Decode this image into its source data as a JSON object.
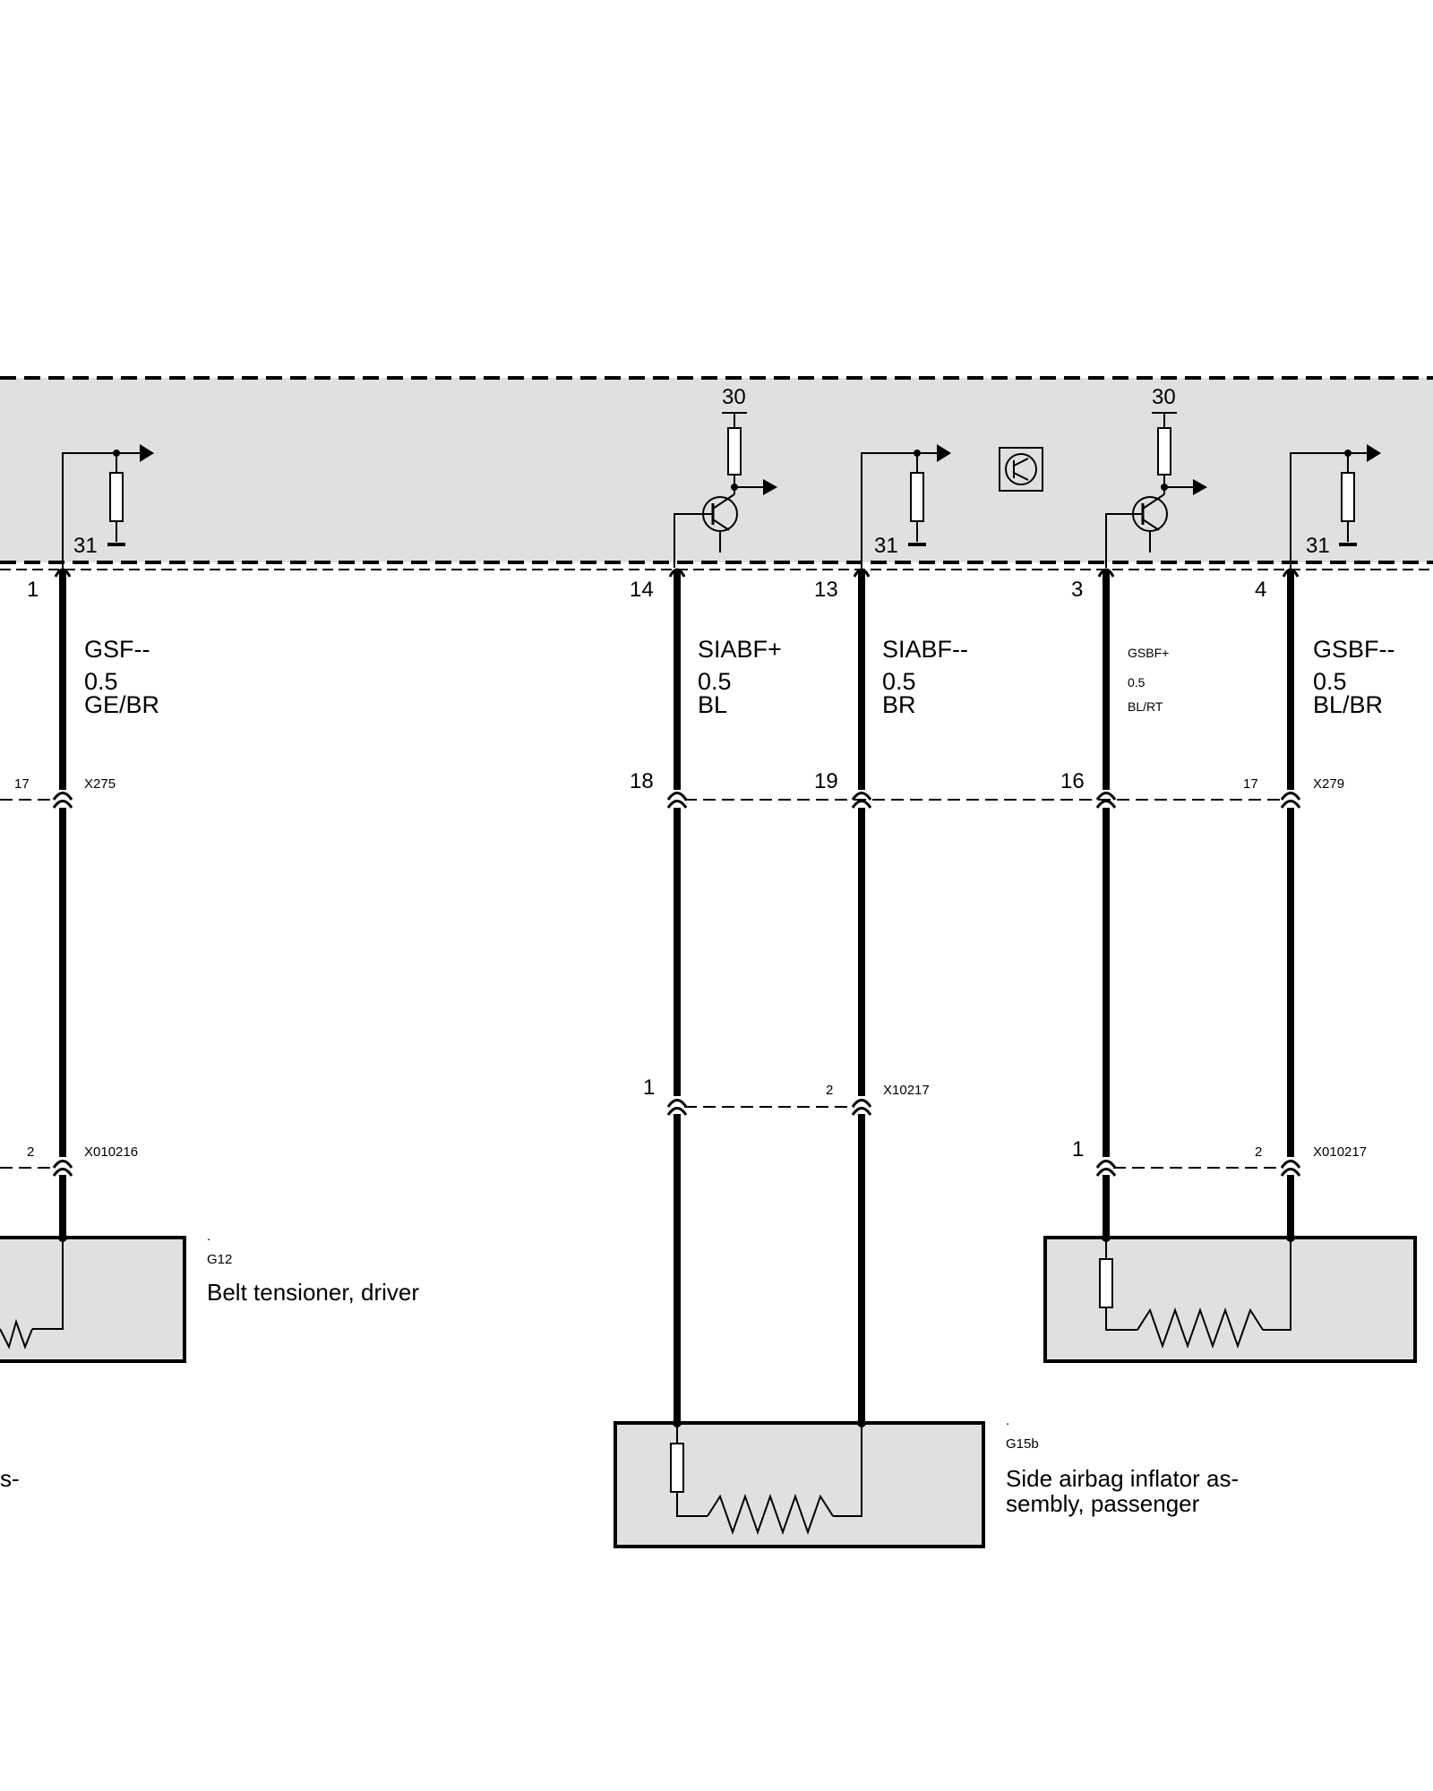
{
  "control_unit": {
    "supply_terminal_30_left": "30",
    "supply_terminal_30_right": "30",
    "ground_31_a": "31",
    "ground_31_b": "31",
    "ground_31_c": "31"
  },
  "wires": [
    {
      "pin": "1",
      "signal": "GSF--",
      "gauge": "0.5",
      "color": "GE/BR"
    },
    {
      "pin": "14",
      "signal": "SIABF+",
      "gauge": "0.5",
      "color": "BL"
    },
    {
      "pin": "13",
      "signal": "SIABF--",
      "gauge": "0.5",
      "color": "BR"
    },
    {
      "pin": "3",
      "signal": "GSBF+",
      "gauge": "0.5",
      "color": "BL/RT"
    },
    {
      "pin": "4",
      "signal": "GSBF--",
      "gauge": "0.5",
      "color": "BL/BR"
    }
  ],
  "connectors": {
    "x275": {
      "name": "X275",
      "pin_a": "17"
    },
    "x279": {
      "name": "X279",
      "pin_18": "18",
      "pin_19": "19",
      "pin_16": "16",
      "pin_17": "17"
    },
    "x010216": {
      "name": "X010216",
      "pin": "2"
    },
    "x10217": {
      "name": "X10217",
      "pin_1": "1",
      "pin_2": "2"
    },
    "x010217": {
      "name": "X010217",
      "pin_1": "1",
      "pin_2": "2"
    }
  },
  "components": {
    "g12": {
      "dot": ".",
      "id": "G12",
      "name": "Belt tensioner, driver"
    },
    "g15b": {
      "dot": ".",
      "id": "G15b",
      "name_line1": "Side airbag inflator as-",
      "name_line2": "sembly, passenger"
    },
    "left_cut_fragment": "s-"
  }
}
